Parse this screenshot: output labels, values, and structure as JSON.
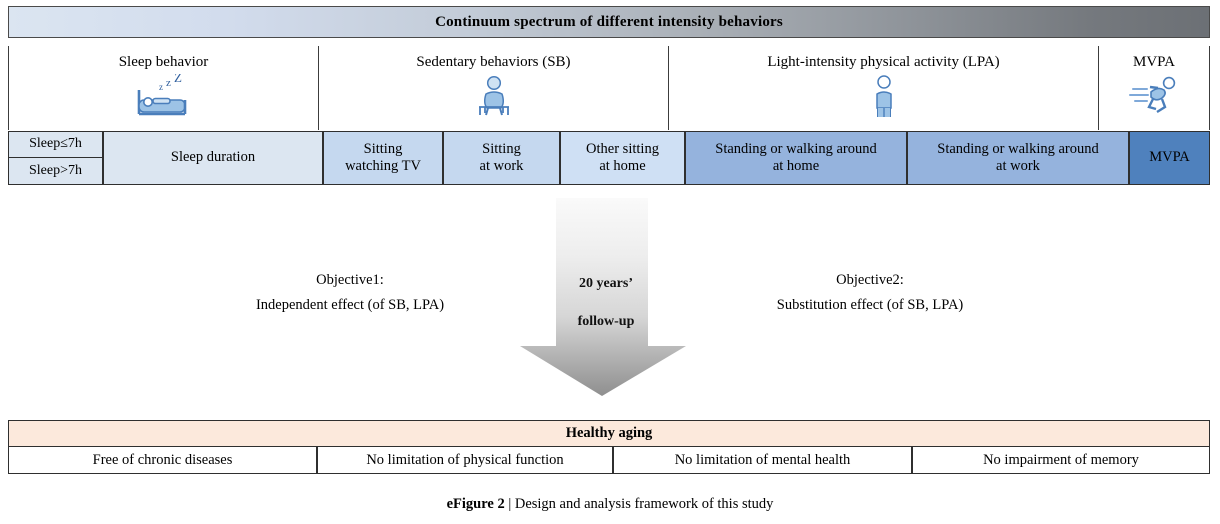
{
  "figure": {
    "spectrum_title": "Continuum spectrum of different intensity behaviors",
    "caption_bold": "eFigure 2",
    "caption_rest": " | Design and analysis framework of this study"
  },
  "categories": [
    {
      "label": "Sleep behavior",
      "icon": "sleeping-person-in-bed-icon"
    },
    {
      "label": "Sedentary behaviors (SB)",
      "icon": "sitting-person-icon"
    },
    {
      "label": "Light-intensity physical activity (LPA)",
      "icon": "standing-person-icon"
    },
    {
      "label": "MVPA",
      "icon": "running-person-icon"
    }
  ],
  "behaviors": [
    {
      "name": "sleep-threshold",
      "line1": "Sleep≤7h",
      "line2": "Sleep>7h",
      "color": "#dce6f1"
    },
    {
      "name": "sleep-duration",
      "line1": "Sleep duration",
      "line2": "",
      "color": "#dce6f1"
    },
    {
      "name": "sitting-tv",
      "line1": "Sitting",
      "line2": "watching TV",
      "color": "#c5d8ef"
    },
    {
      "name": "sitting-work",
      "line1": "Sitting",
      "line2": "at work",
      "color": "#c5d8ef"
    },
    {
      "name": "other-sitting",
      "line1": "Other sitting",
      "line2": "at home",
      "color": "#cfe0f4"
    },
    {
      "name": "standing-home",
      "line1": "Standing or walking around",
      "line2": "at home",
      "color": "#95b3dd"
    },
    {
      "name": "standing-work",
      "line1": "Standing or walking around",
      "line2": "at work",
      "color": "#95b3dd"
    },
    {
      "name": "mvpa",
      "line1": "MVPA",
      "line2": "",
      "color": "#4f81bd"
    }
  ],
  "middle": {
    "objective1_line1": "Objective1:",
    "objective1_line2": "Independent effect (of SB, LPA)",
    "objective2_line1": "Objective2:",
    "objective2_line2": "Substitution effect (of SB, LPA)",
    "arrow_line1": "20 years’",
    "arrow_line2": "follow-up"
  },
  "healthy_aging": {
    "banner": "Healthy aging",
    "banner_color": "#fce9dc",
    "components": [
      "Free of chronic diseases",
      "No limitation of physical function",
      "No limitation of mental health",
      "No impairment of memory"
    ]
  },
  "chart_data": {
    "type": "table",
    "title": "Continuum spectrum of different intensity behaviors",
    "categories": [
      "Sleep behavior",
      "Sedentary behaviors (SB)",
      "Light-intensity physical activity (LPA)",
      "MVPA"
    ],
    "items": [
      "Sleep≤7h / Sleep>7h",
      "Sleep duration",
      "Sitting watching TV",
      "Sitting at work",
      "Other sitting at home",
      "Standing or walking around at home",
      "Standing or walking around at work",
      "MVPA"
    ],
    "outcomes": [
      "Free of chronic diseases",
      "No limitation of physical function",
      "No limitation of mental health",
      "No impairment of memory"
    ]
  }
}
